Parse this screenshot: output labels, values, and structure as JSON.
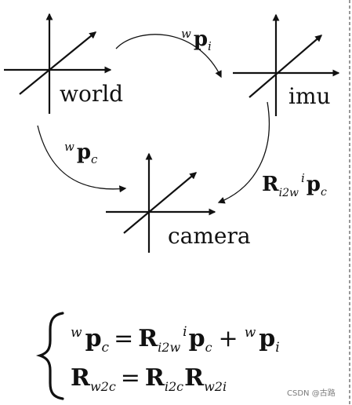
{
  "frames": {
    "world": {
      "label": "world"
    },
    "imu": {
      "label": "imu"
    },
    "camera": {
      "label": "camera"
    }
  },
  "transforms": {
    "world_to_imu": {
      "sup": "w",
      "main": "p",
      "sub": "i"
    },
    "world_to_camera": {
      "sup": "w",
      "main": "p",
      "sub": "c"
    },
    "imu_to_camera": {
      "main": "R",
      "sub": "i2w",
      "sup": "i",
      "main2": "p",
      "sub2": "c"
    }
  },
  "equations": {
    "line1": {
      "t1_sup": "w",
      "t1_main": "p",
      "t1_sub": "c",
      "eq": "=",
      "t2_main": "R",
      "t2_sub": "i2w",
      "t2_sup": "i",
      "t2_main2": "p",
      "t2_sub2": "c",
      "plus": "+",
      "t3_sup": "w",
      "t3_main": "p",
      "t3_sub": "i"
    },
    "line2": {
      "t1_main": "R",
      "t1_sub": "w2c",
      "eq": "=",
      "t2_main": "R",
      "t2_sub": "i2c",
      "t3_main": "R",
      "t3_sub": "w2i"
    }
  },
  "watermark": "CSDN @古路"
}
